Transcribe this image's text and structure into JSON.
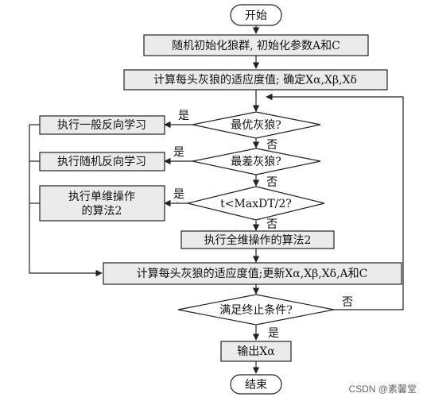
{
  "nodes": {
    "start": "开始",
    "init": "随机初始化狼群, 初始化参数A和C",
    "fitness1": "计算每头灰狼的适应度值; 确定Xα,Xβ,Xδ",
    "dec_best": "最优灰狼?",
    "opp_general": "执行一般反向学习",
    "dec_worst": "最差灰狼?",
    "opp_random": "执行随机反向学习",
    "dec_t": "t<MaxDT/2?",
    "single_line1": "执行单维操作",
    "single_line2": "的算法2",
    "full_dim": "执行全维操作的算法2",
    "fitness2": "计算每头灰狼的适应度值;更新Xα,Xβ,Xδ,A和C",
    "dec_stop": "满足终止条件?",
    "output": "输出Xα",
    "end": "结束"
  },
  "labels": {
    "yes": "是",
    "no": "否"
  },
  "watermark": "CSDN @素馨堂"
}
